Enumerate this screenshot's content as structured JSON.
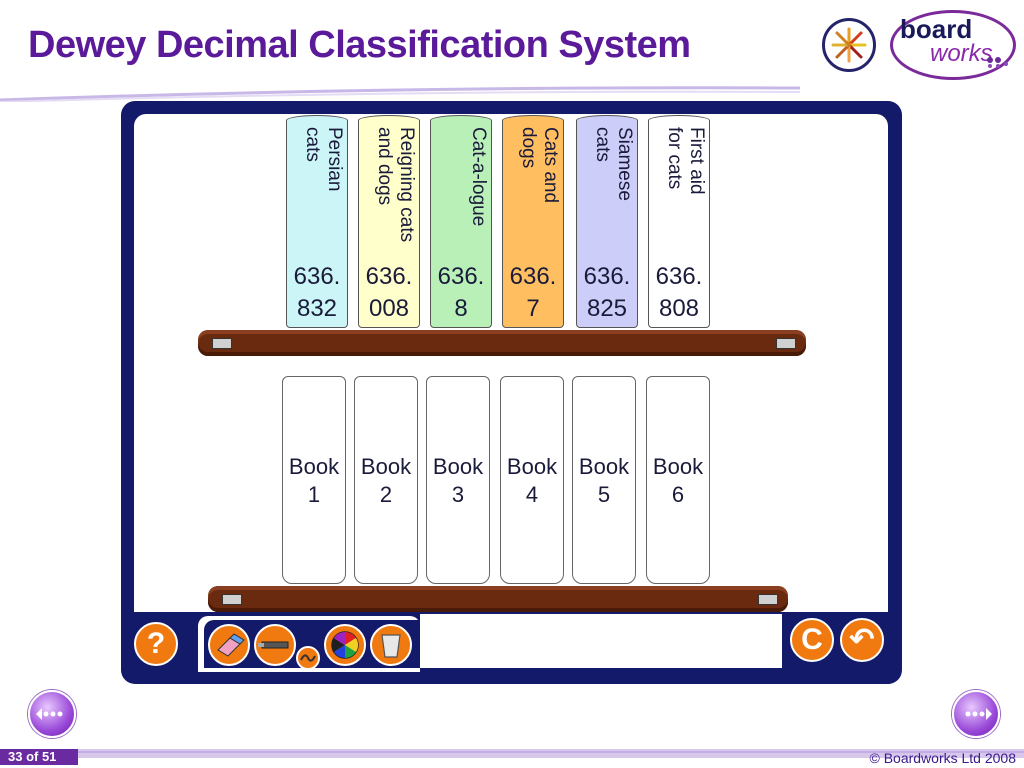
{
  "slide": {
    "title": "Dewey Decimal Classification System",
    "page_counter": "33 of 51",
    "copyright": "© Boardworks Ltd 2008"
  },
  "logo": {
    "board": "board",
    "works": "works"
  },
  "shelf_books": [
    {
      "title": "Persian\ncats",
      "call_number": "636.\n832",
      "color": "#ccf5f7"
    },
    {
      "title": "Reigning cats\nand dogs",
      "call_number": "636.\n008",
      "color": "#ffffcc"
    },
    {
      "title": "Cat-a-logue",
      "call_number": "636.\n8",
      "color": "#b8f0b8"
    },
    {
      "title": "Cats and\ndogs",
      "call_number": "636.\n7",
      "color": "#ffbf60"
    },
    {
      "title": "Siamese\ncats",
      "call_number": "636.\n825",
      "color": "#cccdf8"
    },
    {
      "title": "First aid\nfor cats",
      "call_number": "636.\n808",
      "color": "#ffffff"
    }
  ],
  "target_slots": [
    {
      "label": "Book\n1"
    },
    {
      "label": "Book\n2"
    },
    {
      "label": "Book\n3"
    },
    {
      "label": "Book\n4"
    },
    {
      "label": "Book\n5"
    },
    {
      "label": "Book\n6"
    }
  ],
  "controls": {
    "help": "?",
    "reset": "C",
    "undo": "↶"
  },
  "colors": {
    "title": "#5a1a9a",
    "frame": "#141a6a",
    "button_orange": "#f07a10",
    "shelf_wood": "#6a2a10"
  }
}
